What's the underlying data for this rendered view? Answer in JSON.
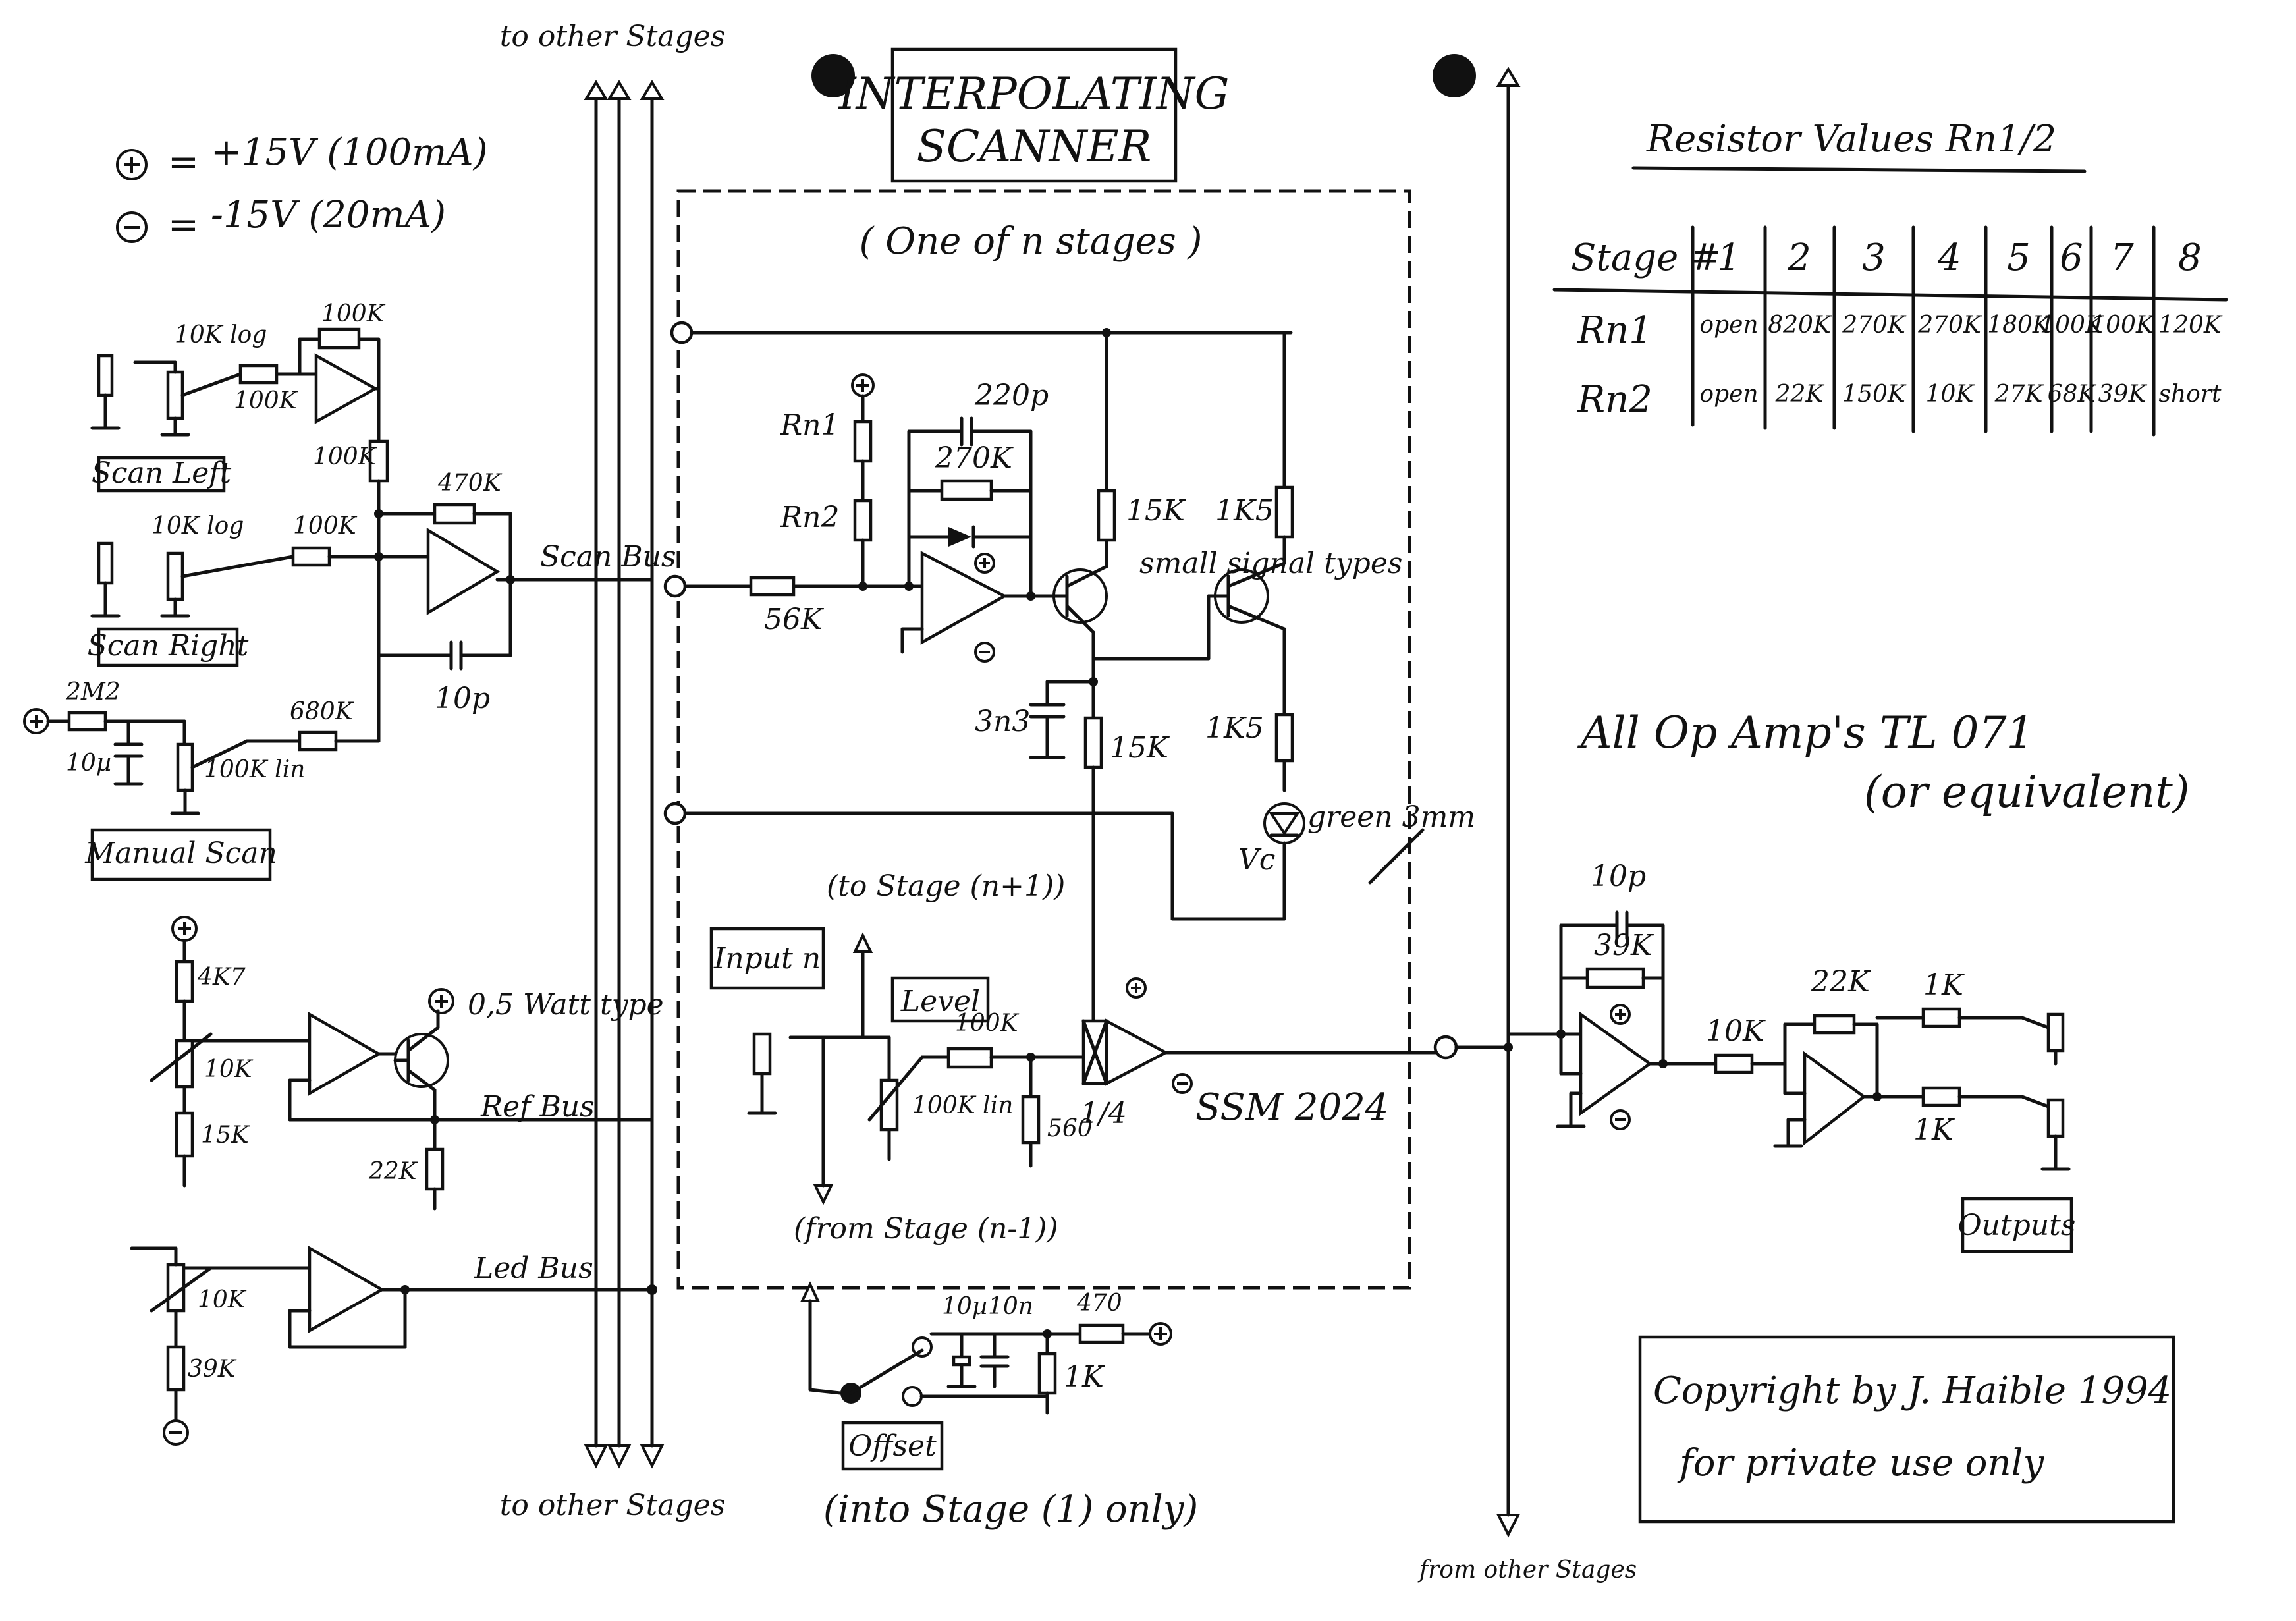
{
  "title": {
    "line1": "INTERPOLATING",
    "line2": "SCANNER"
  },
  "power": {
    "plus": "+15V (100mA)",
    "minus": "-15V (20mA)",
    "eq": "="
  },
  "stage_caption": "( One of n stages )",
  "bus_arrows": {
    "top": "to other Stages",
    "bottom": "to other Stages",
    "right": "from other Stages"
  },
  "buses": {
    "scan": "Scan Bus",
    "ref": "Ref Bus",
    "led": "Led Bus"
  },
  "left_panel": {
    "pot1": "10K log",
    "r_in1": "100K",
    "r_fb1": "100K",
    "r_out1": "100K",
    "label1": "Scan Left",
    "pot2": "10K log",
    "r_in2": "100K",
    "r_fb2": "470K",
    "cap2": "10p",
    "label2": "Scan Right",
    "r_man": "2M2",
    "cap_man": "10µ",
    "pot_man": "100K lin",
    "r_man2": "680K",
    "label3": "Manual Scan",
    "ref_r1": "4K7",
    "ref_pot": "10K",
    "ref_r2": "15K",
    "ref_tr": "0,5 Watt type",
    "ref_r3": "22K",
    "led_pot": "10K",
    "led_r": "39K"
  },
  "stage": {
    "rn1": "Rn1",
    "rn2": "Rn2",
    "cap": "220p",
    "rfb": "270K",
    "rin": "56K",
    "r15a": "15K",
    "r1k5a": "1K5",
    "transistors": "small signal types",
    "cap3n3": "3n3",
    "r15b": "15K",
    "r1k5b": "1K5",
    "led": "green 3mm",
    "next": "(to Stage (n+1))",
    "prev": "(from Stage (n-1))",
    "input": "Input n",
    "level": "Level",
    "pot_level": "100K lin",
    "r_level": "100K",
    "r_560": "560",
    "vca": "1/4 SSM 2024",
    "vca_label": "SSM 2024",
    "vca_frac": "1/4",
    "vc": "Vc"
  },
  "offset": {
    "c1": "10µ",
    "c2": "10n",
    "r1": "470",
    "r2": "1K",
    "label": "Offset",
    "note": "(into Stage (1) only)"
  },
  "resistor_table": {
    "title": "Resistor Values Rn1/2",
    "header_label": "Stage #",
    "stages": [
      "1",
      "2",
      "3",
      "4",
      "5",
      "6",
      "7",
      "8"
    ],
    "rows": [
      {
        "name": "Rn1",
        "values": [
          "open",
          "820K",
          "270K",
          "270K",
          "180K",
          "100K",
          "100K",
          "120K"
        ]
      },
      {
        "name": "Rn2",
        "values": [
          "open",
          "22K",
          "150K",
          "10K",
          "27K",
          "68K",
          "39K",
          "short"
        ]
      }
    ]
  },
  "opamp_note": {
    "line1": "All Op Amp's TL 071",
    "line2": "(or equivalent)"
  },
  "output": {
    "cap": "10p",
    "rfb": "39K",
    "rin": "10K",
    "r2": "22K",
    "r3": "1K",
    "r4": "1K",
    "label": "Outputs"
  },
  "copyright": {
    "line1": "Copyright by J. Haible 1994",
    "line2": "for private use only"
  }
}
